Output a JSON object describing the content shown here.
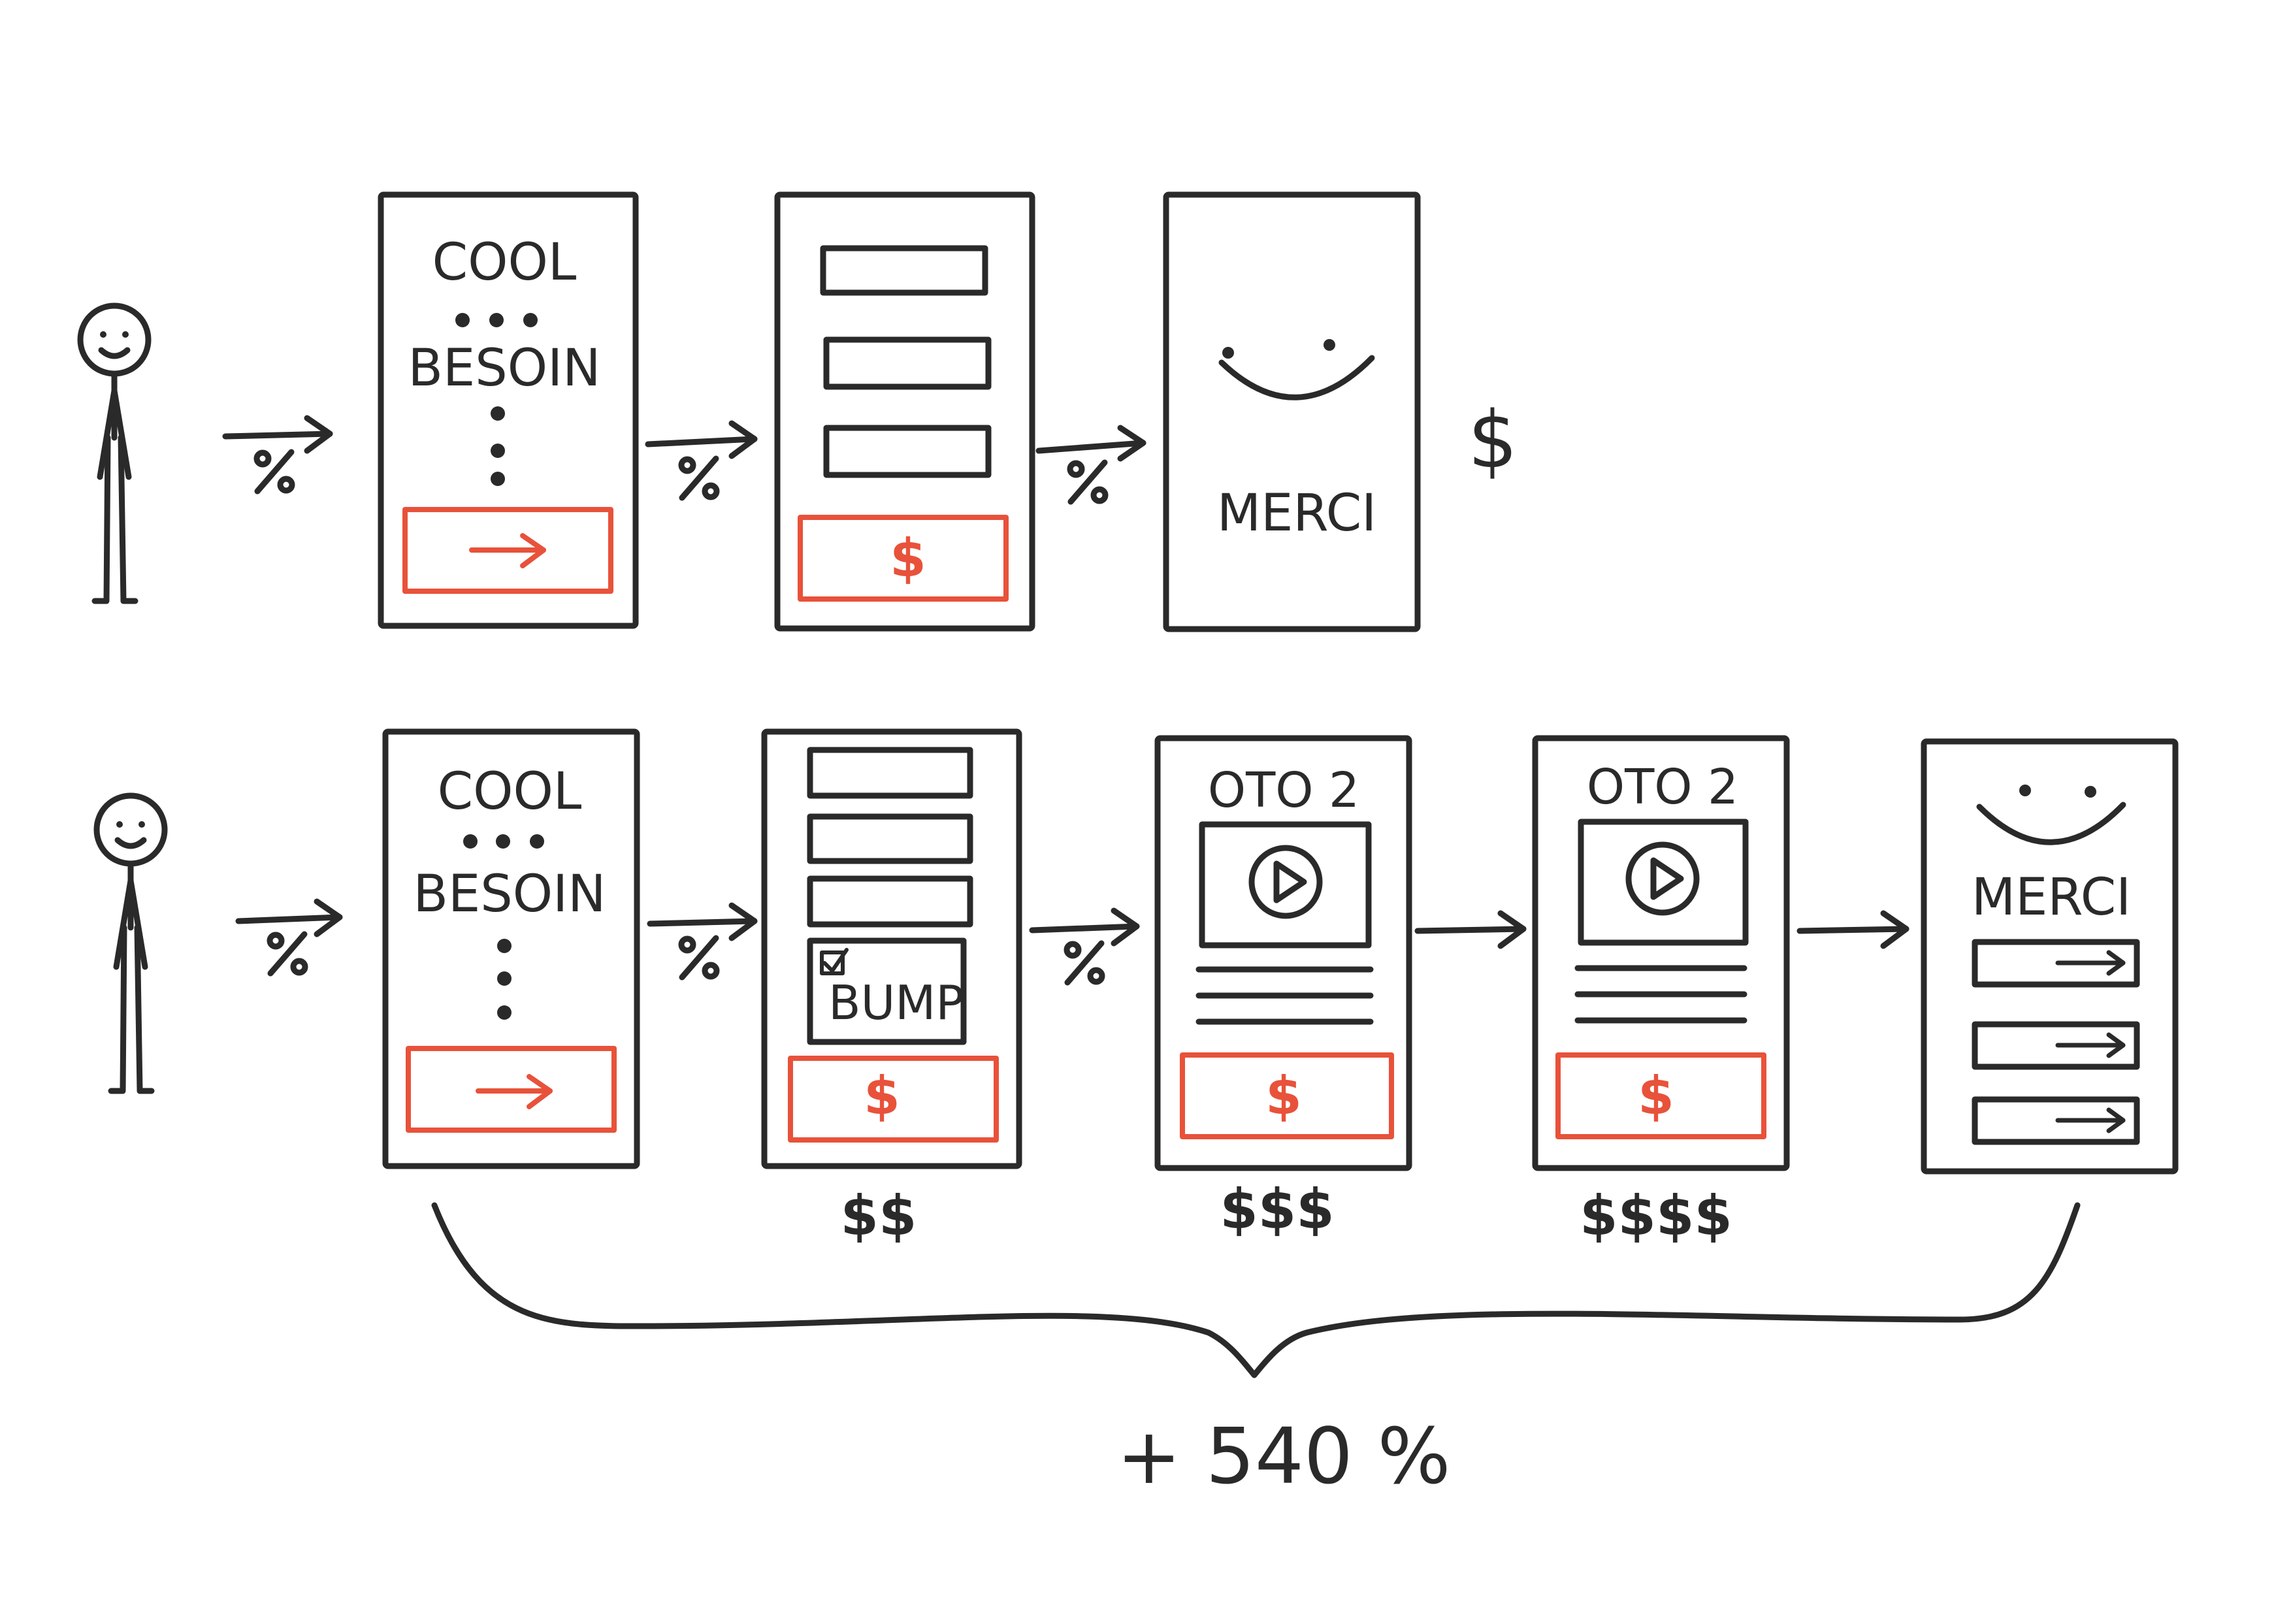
{
  "colors": {
    "ink": "#2a2a2a",
    "accent": "#e8523a",
    "background": "#ffffff"
  },
  "icons": {
    "person": "stick-figure-icon",
    "flow": "arrow-right-icon",
    "play": "play-icon",
    "checkbox": "checked-checkbox-icon",
    "smile": "smiley-icon"
  },
  "row1": {
    "conversion_label": "%",
    "landing": {
      "title": "COOL",
      "subtitle": "BESOIN"
    },
    "checkout": {
      "pay_label": "$"
    },
    "thanks": {
      "text": "MERCI"
    },
    "revenue": "$"
  },
  "row2": {
    "conversion_label": "%",
    "landing": {
      "title": "COOL",
      "subtitle": "BESOIN"
    },
    "checkout": {
      "bump_label": "BUMP",
      "pay_label": "$",
      "revenue": "$$"
    },
    "oto_a": {
      "title": "OTO 2",
      "pay_label": "$",
      "revenue": "$$$"
    },
    "oto_b": {
      "title": "OTO 2",
      "pay_label": "$",
      "revenue": "$$$$"
    },
    "thanks": {
      "text": "MERCI"
    }
  },
  "total": "+ 540 %"
}
